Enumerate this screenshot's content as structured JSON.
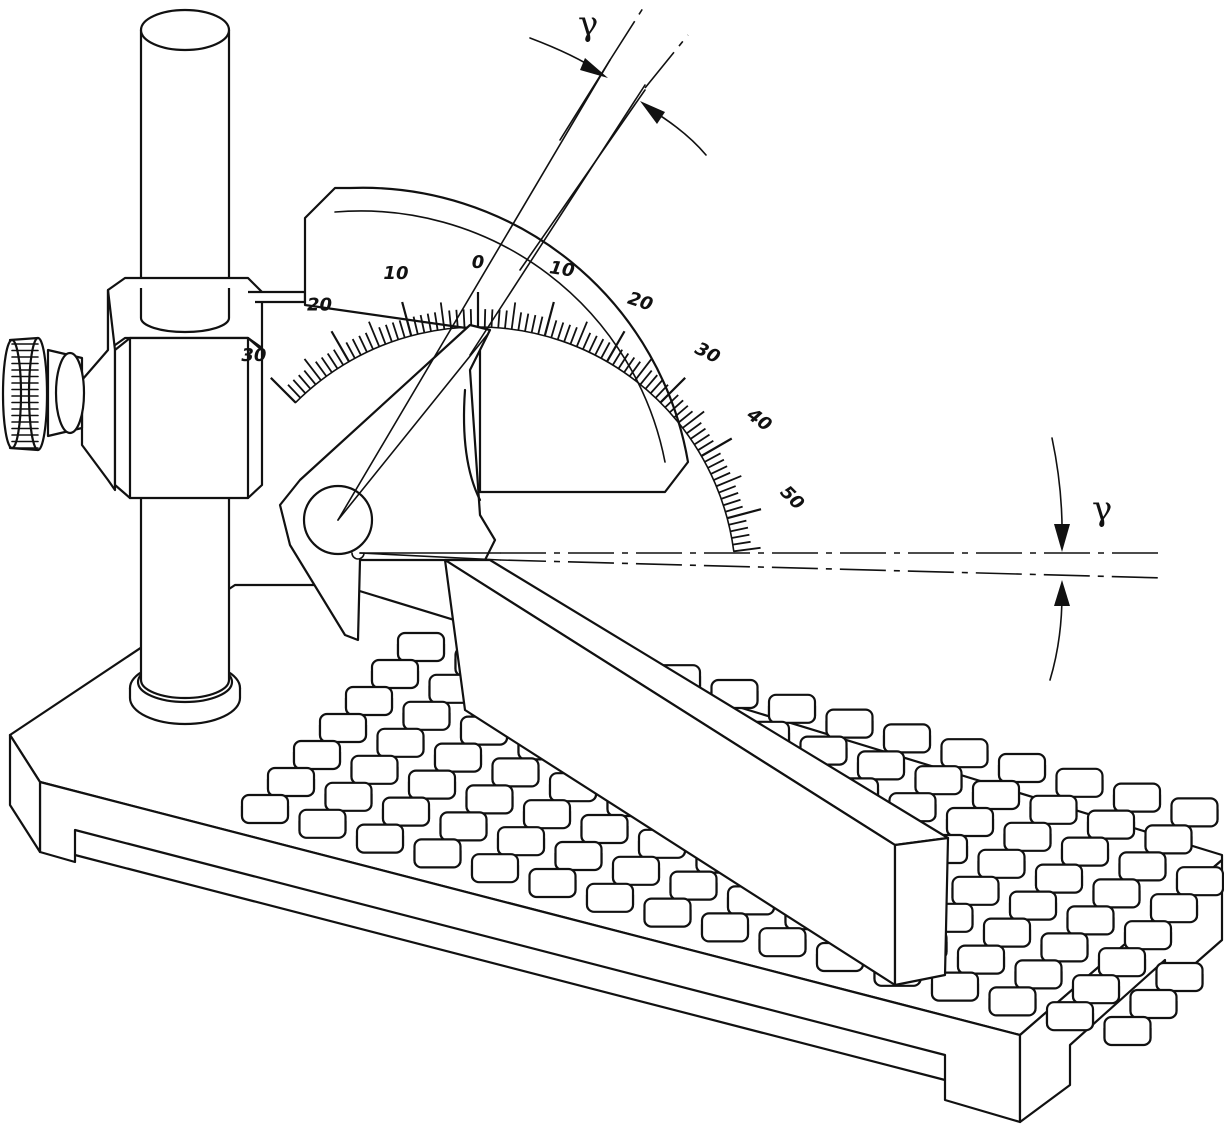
{
  "scale": {
    "left_labels": [
      "30",
      "20",
      "10",
      "0"
    ],
    "right_labels": [
      "10",
      "20",
      "30",
      "40",
      "50"
    ]
  },
  "angle_symbol_top": "γ",
  "angle_symbol_right": "γ",
  "colors": {
    "ink": "#111111",
    "paper": "#ffffff"
  }
}
